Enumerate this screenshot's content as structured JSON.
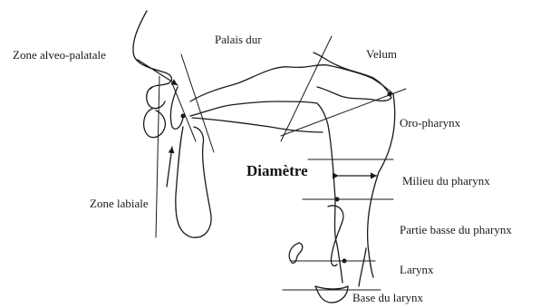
{
  "labels": {
    "zone_alveo_palatale": "Zone alveo-palatale",
    "palais_dur": "Palais dur",
    "velum": "Velum",
    "oro_pharynx": "Oro-pharynx",
    "diametre": "Diamètre",
    "milieu_du_pharynx": "Milieu du pharynx",
    "zone_labiale": "Zone labiale",
    "partie_basse_du_pharynx": "Partie basse du pharynx",
    "larynx": "Larynx",
    "base_du_larynx": "Base du larynx"
  }
}
